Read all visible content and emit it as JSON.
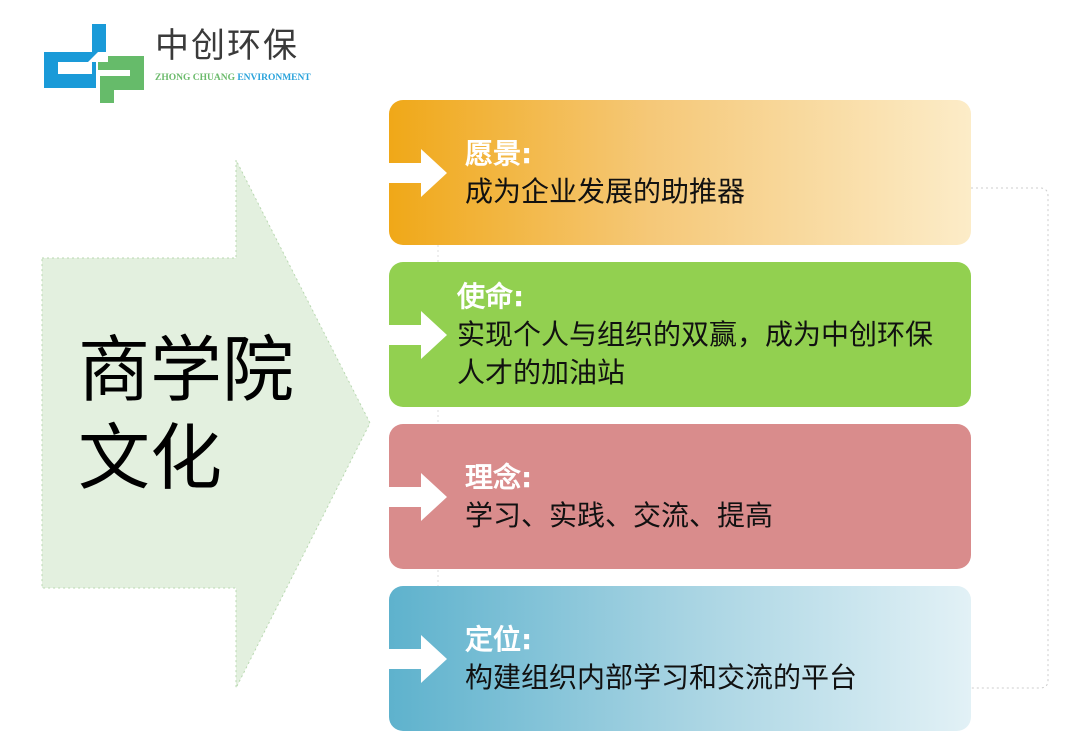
{
  "logo": {
    "name": "中创环保",
    "subtitle_a": "ZHONG CHUANG",
    "subtitle_b": "ENVIRONMENT"
  },
  "main_title": {
    "line1": "商学院",
    "line2": "文化"
  },
  "items": [
    {
      "title": "愿景:",
      "body": "成为企业发展的助推器"
    },
    {
      "title": "使命:",
      "body": "实现个人与组织的双赢，成为中创环保人才的加油站"
    },
    {
      "title": "理念:",
      "body": "学习、实践、交流、提高"
    },
    {
      "title": "定位:",
      "body": "构建组织内部学习和交流的平台"
    }
  ]
}
